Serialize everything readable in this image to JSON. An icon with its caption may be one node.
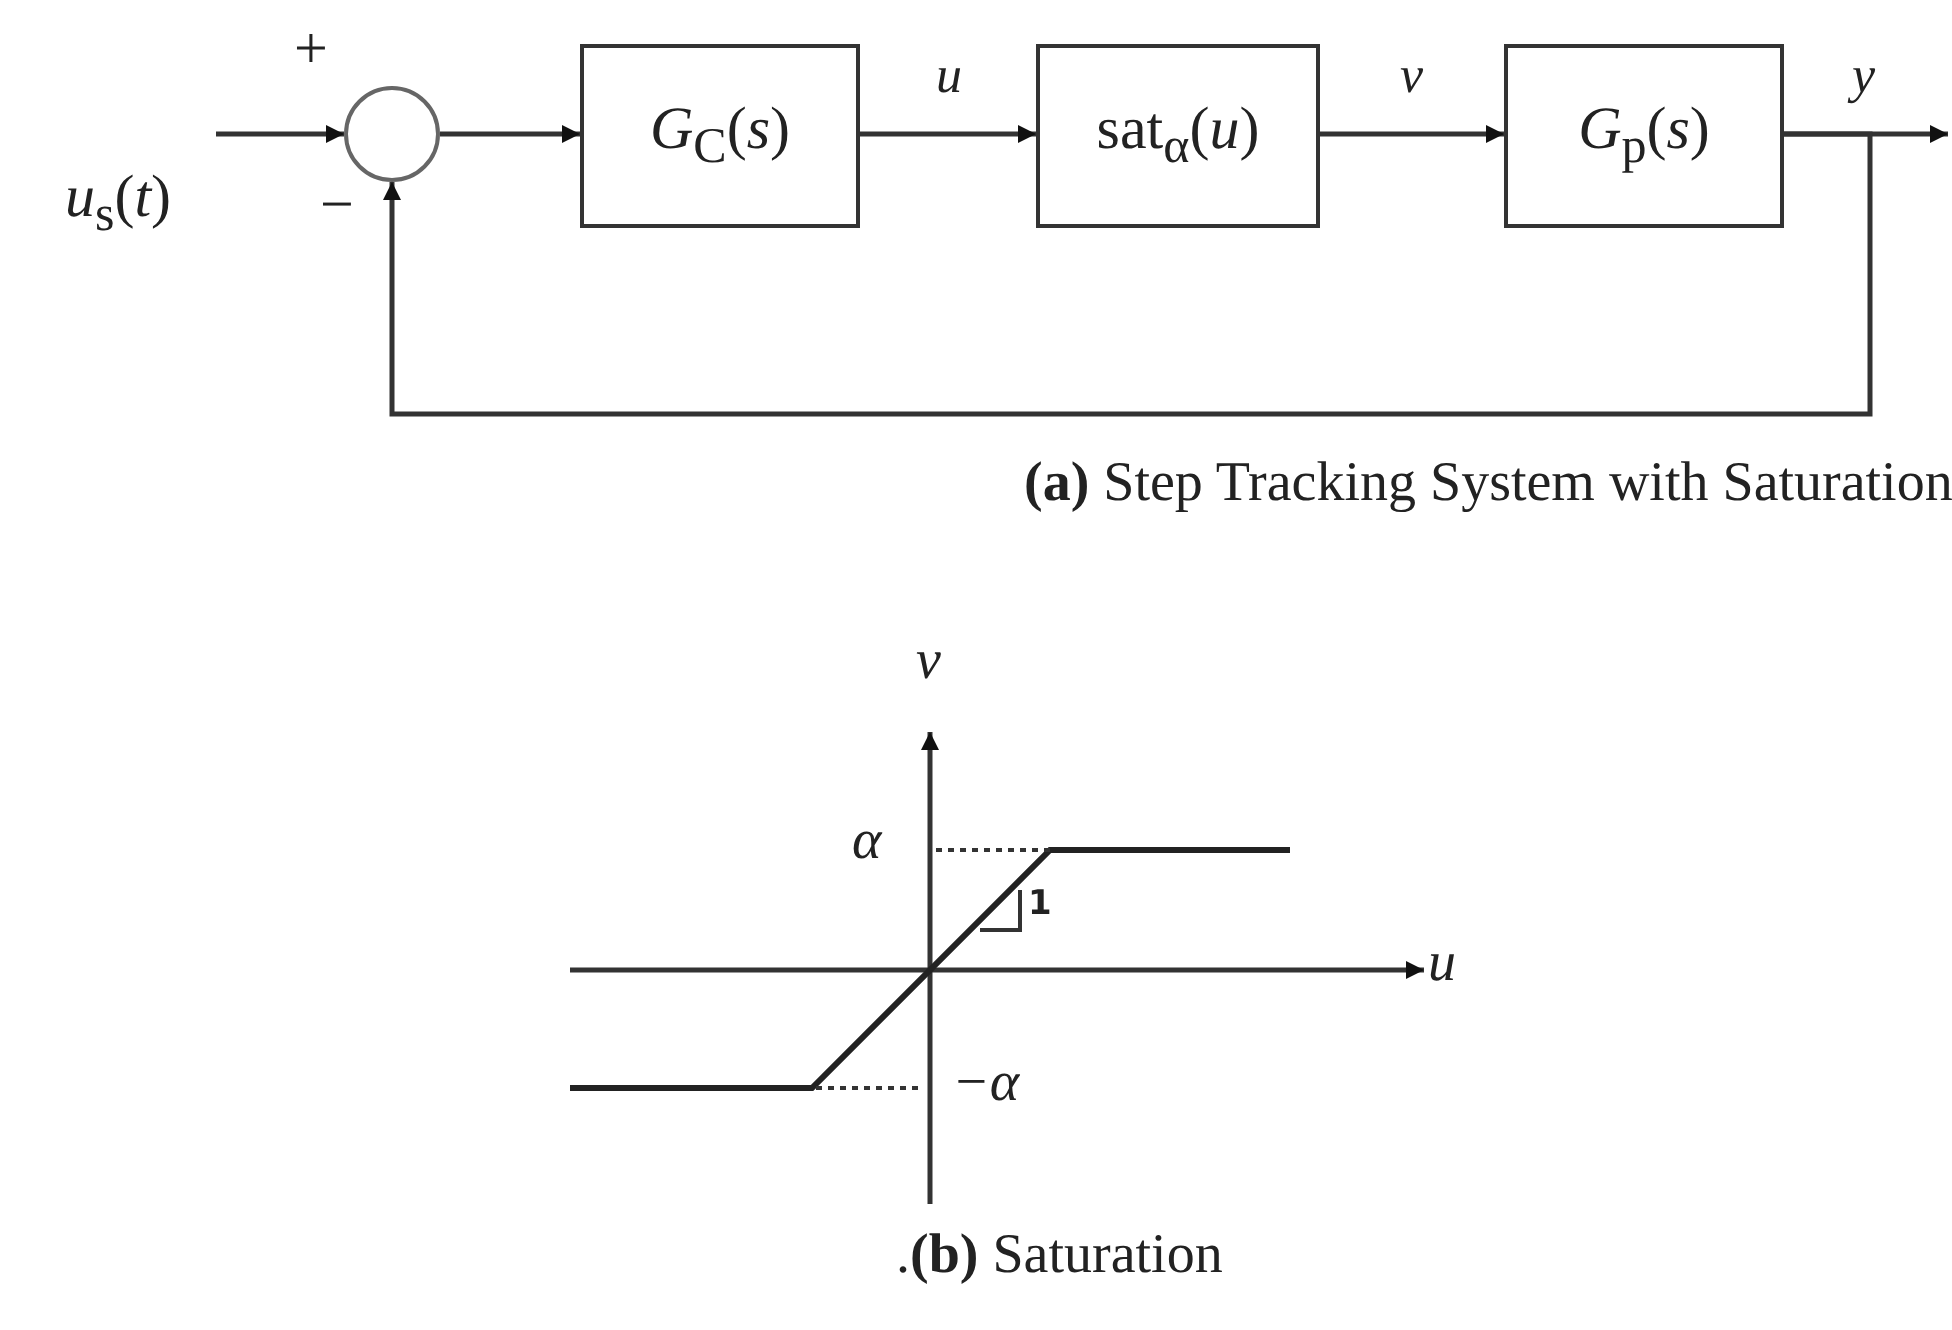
{
  "diagram": {
    "nodes": [
      {
        "text": [
          "*u*$_{s}$(*t*)"
        ]
      },
      {
        "text": [],
        "shape": "circle"
      },
      {
        "text": [
          "*G*$_{C}$(*s*)"
        ]
      },
      {
        "text": [
          "sat$_{α}$(*u*)"
        ]
      },
      {
        "text": [
          "*G*$_{p}$(*s*)"
        ]
      }
    ],
    "edges": [
      {
        "from": 0,
        "to": 1,
        "arrow": "to"
      },
      {
        "from": 1,
        "to": 2,
        "arrow": "to"
      },
      {
        "from": 2,
        "to": 3,
        "arrow": "to",
        "label": "u"
      },
      {
        "from": 3,
        "to": 4,
        "arrow": "to",
        "label": "v"
      },
      {
        "from": 4,
        "to": null,
        "arrow": "to",
        "label": "y"
      },
      {
        "from": 4,
        "to": 1,
        "arrow": "to"
      }
    ],
    "labels": [
      "+",
      "−",
      "**(a)** Step Tracking System with Saturation",
      "v",
      "α",
      "1",
      "u",
      "−α",
      ".**(b)** Saturation"
    ]
  }
}
